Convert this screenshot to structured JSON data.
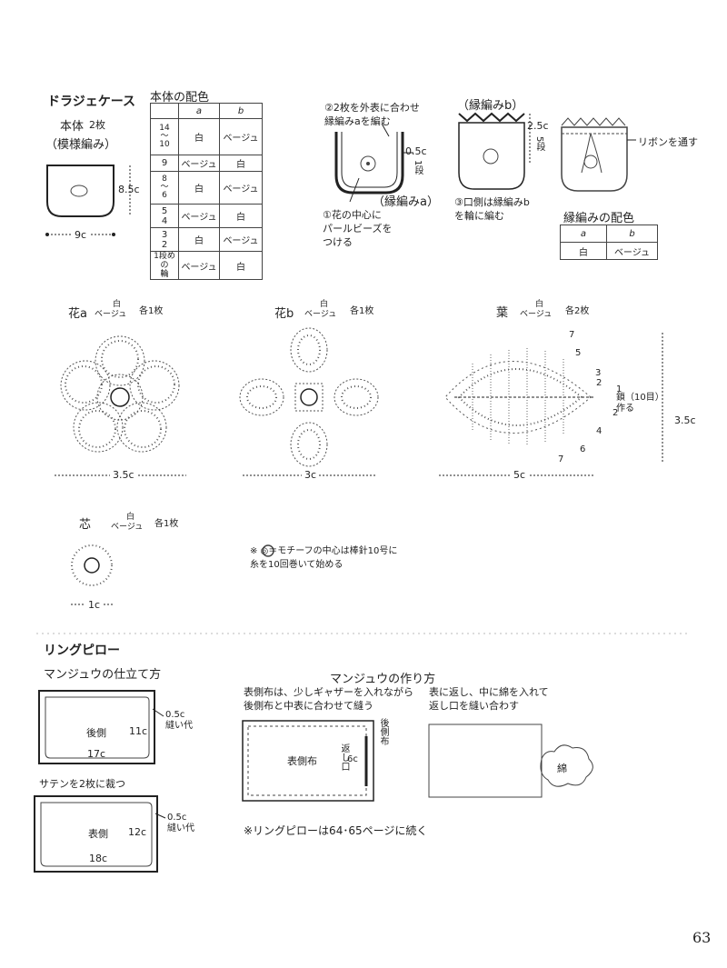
{
  "case": {
    "title": "ドラジェケース",
    "body_label": "本体",
    "body_count": "2枚",
    "pattern": "（模様編み）",
    "height": "8.5c",
    "width": "9c"
  },
  "body_color": {
    "title": "本体の配色",
    "head_a": "a",
    "head_b": "b",
    "rows": [
      {
        "rows": "14\n〜\n10",
        "a": "白",
        "b": "ベージュ"
      },
      {
        "rows": "9",
        "a": "ベージュ",
        "b": "白"
      },
      {
        "rows": "8\n〜\n6",
        "a": "白",
        "b": "ベージュ"
      },
      {
        "rows": "5\n4",
        "a": "ベージュ",
        "b": "白"
      },
      {
        "rows": "3\n2",
        "a": "白",
        "b": "ベージュ"
      },
      {
        "rows": "1段めの\n輪",
        "a": "ベージュ",
        "b": "白"
      }
    ]
  },
  "assembly": {
    "step2": "②2枚を外表に合わせ\n縁編みaを編む",
    "edge_size": "0.5c",
    "edge_rows": "1段",
    "edge_a": "（縁編みa）",
    "step1": "①花の中心に\nパールビーズを\nつける",
    "edge_b": "（縁編みb）",
    "b_size": "2.5c",
    "b_rows": "5段",
    "step3": "③口側は縁編みb\nを輪に編む",
    "ribbon": "リボンを通す"
  },
  "edge_color": {
    "title": "縁編みの配色",
    "head_a": "a",
    "head_b": "b",
    "val_a": "白",
    "val_b": "ベージュ"
  },
  "motifs": {
    "flower_a": {
      "name": "花a",
      "c1": "白",
      "c2": "ベージュ",
      "count": "各1枚",
      "width": "3.5c"
    },
    "flower_b": {
      "name": "花b",
      "c1": "白",
      "c2": "ベージュ",
      "count": "各1枚",
      "width": "3c"
    },
    "leaf": {
      "name": "葉",
      "c1": "白",
      "c2": "ベージュ",
      "count": "各2枚",
      "width": "5c",
      "height": "3.5c",
      "chain": "鎖（10目）\n作る",
      "rows": [
        "7",
        "5",
        "3",
        "2",
        "1",
        "2",
        "4",
        "6",
        "7"
      ]
    },
    "core": {
      "name": "芯",
      "c1": "白",
      "c2": "ベージュ",
      "count": "各1枚",
      "width": "1c"
    },
    "note": "※ ◎＝モチーフの中心は棒針10号に\n糸を10回巻いて始める"
  },
  "pillow": {
    "title": "リングピロー",
    "finish_title": "マンジュウの仕立て方",
    "back_label": "後側",
    "back_h": "11c",
    "back_w": "17c",
    "seam1": "0.5c\n縫い代",
    "cut_note": "サテンを2枚に裁つ",
    "front_label": "表側",
    "front_h": "12c",
    "front_w": "18c",
    "seam2": "0.5c\n縫い代",
    "make_title": "マンジュウの作り方",
    "make_note1": "表側布は、少しギャザーを入れながら\n後側布と中表に合わせて縫う",
    "make_note2": "表に返し、中に綿を入れて\n返し口を縫い合わす",
    "front_cloth": "表側布",
    "back_cloth": "後側布",
    "opening": "返し口",
    "opening_size": "6c",
    "cotton": "綿",
    "continued": "※リングピローは64･65ページに続く"
  },
  "page_number": "63"
}
